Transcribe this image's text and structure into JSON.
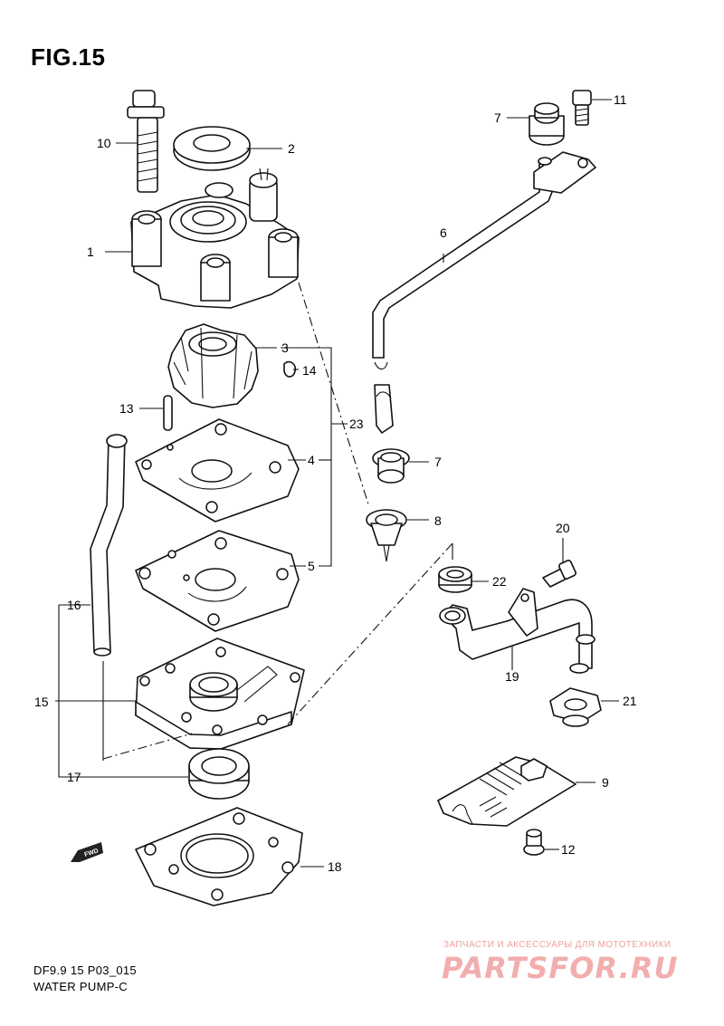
{
  "figure": {
    "title": "FIG.15"
  },
  "callouts": {
    "c1": "1",
    "c2": "2",
    "c3": "3",
    "c4": "4",
    "c5": "5",
    "c6": "6",
    "c7a": "7",
    "c7b": "7",
    "c8": "8",
    "c9": "9",
    "c10": "10",
    "c11": "11",
    "c12": "12",
    "c13": "13",
    "c14": "14",
    "c15": "15",
    "c16": "16",
    "c17": "17",
    "c18": "18",
    "c19": "19",
    "c20": "20",
    "c21": "21",
    "c22": "22",
    "c23": "23"
  },
  "fwd_badge": "FWD",
  "footer": {
    "code": "DF9.9 15 P03_015",
    "name": "WATER PUMP-C"
  },
  "watermark": {
    "tagline": "ЗАПЧАСТИ И АКСЕССУАРЫ ДЛЯ МОТОТЕХНИКИ",
    "logo": "PARTSFOR.RU"
  },
  "colors": {
    "line": "#111111",
    "background": "#ffffff",
    "watermark": "#f2aeae"
  }
}
